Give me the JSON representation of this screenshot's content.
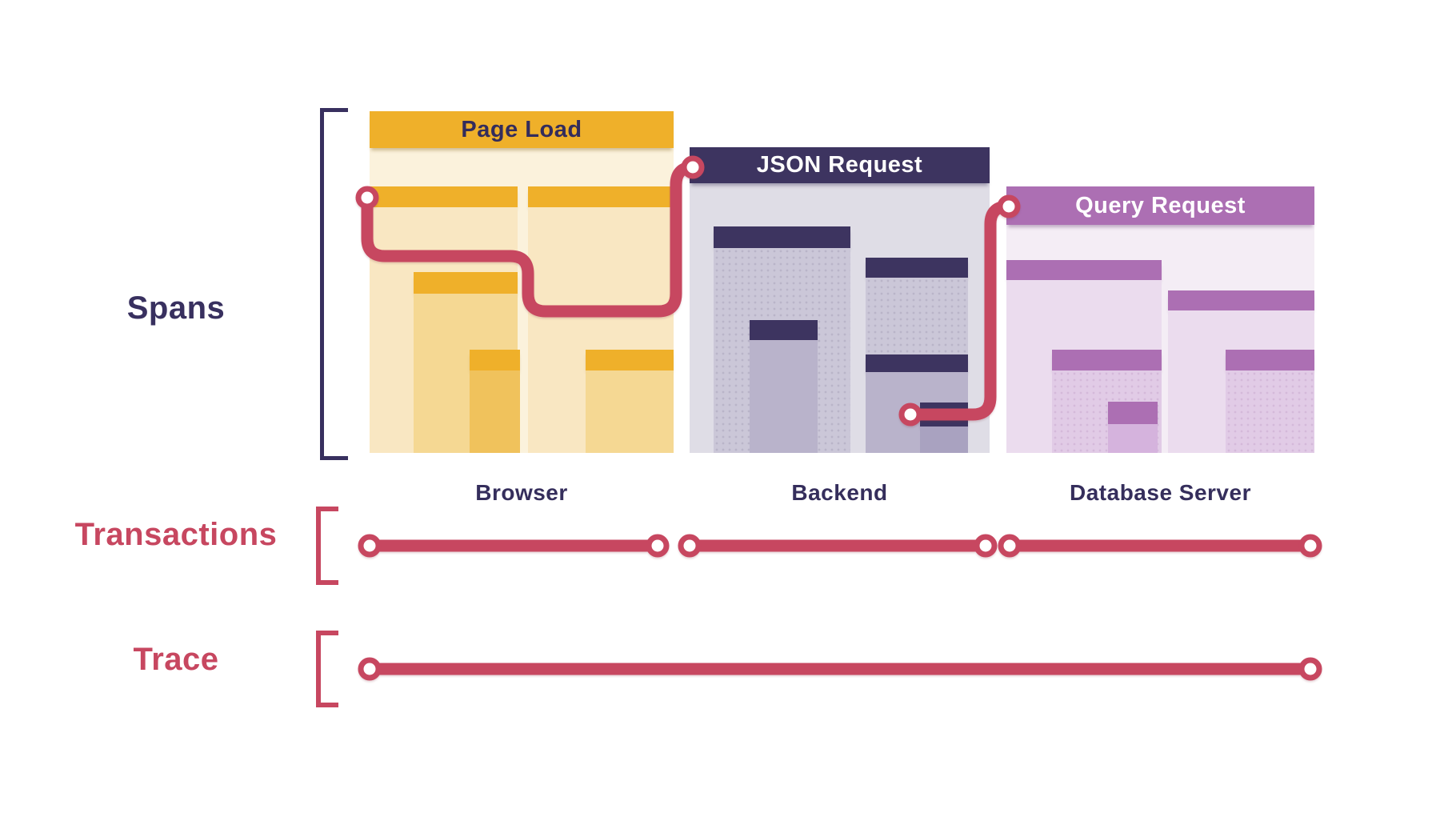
{
  "labels": {
    "spans": "Spans",
    "transactions": "Transactions",
    "trace": "Trace"
  },
  "blocks": [
    {
      "transaction": "Page Load",
      "service": "Browser",
      "theme_color": "#EFB02A"
    },
    {
      "transaction": "JSON Request",
      "service": "Backend",
      "theme_color": "#3D3460"
    },
    {
      "transaction": "Query Request",
      "service": "Database Server",
      "theme_color": "#AC6FB3"
    }
  ],
  "colors": {
    "flow_red": "#C74760",
    "gold": "#EFB02A",
    "navy": "#3D3460",
    "purple": "#AC6FB3",
    "dark_text": "#332C5C",
    "light_text": "#FFFFFF",
    "background": "#FFFFFF"
  }
}
